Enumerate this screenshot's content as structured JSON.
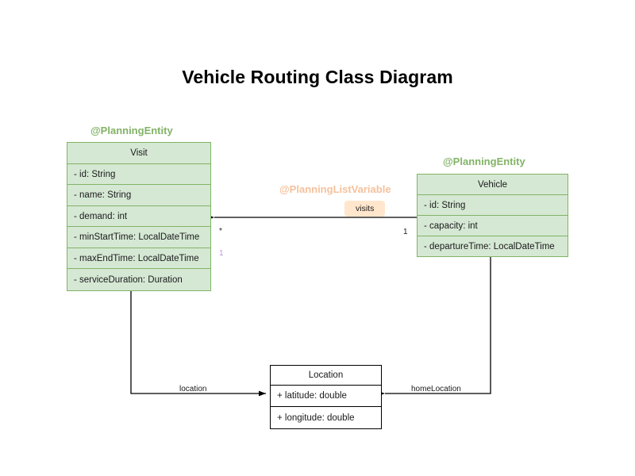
{
  "title": "Vehicle Routing Class Diagram",
  "colors": {
    "entity_fill": "#d5e8d4",
    "entity_border": "#82b366",
    "stereotype_entity": "#82b366",
    "stereotype_listvariable": "#f5c19c",
    "label_box_fill": "#ffe6cc",
    "plain_border": "#000000",
    "edge": "#000000",
    "multiplicity_lavender": "#b39ddb",
    "background": "#ffffff"
  },
  "classes": {
    "visit": {
      "stereotype": "@PlanningEntity",
      "name": "Visit",
      "attributes": [
        "- id: String",
        "- name: String",
        "- demand: int",
        "- minStartTime: LocalDateTime",
        "- maxEndTime: LocalDateTime",
        "- serviceDuration: Duration"
      ]
    },
    "vehicle": {
      "stereotype": "@PlanningEntity",
      "name": "Vehicle",
      "attributes": [
        "- id: String",
        "- capacity: int",
        "- departureTime: LocalDateTime"
      ]
    },
    "location": {
      "name": "Location",
      "attributes": [
        "+ latitude: double",
        "+ longitude: double"
      ]
    }
  },
  "relations": {
    "visits": {
      "stereotype": "@PlanningListVariable",
      "label": "visits",
      "source_multiplicity": "1",
      "target_multiplicity": "*",
      "extra_multiplicity": "1"
    },
    "location": {
      "label": "location"
    },
    "home_location": {
      "label": "homeLocation"
    }
  }
}
